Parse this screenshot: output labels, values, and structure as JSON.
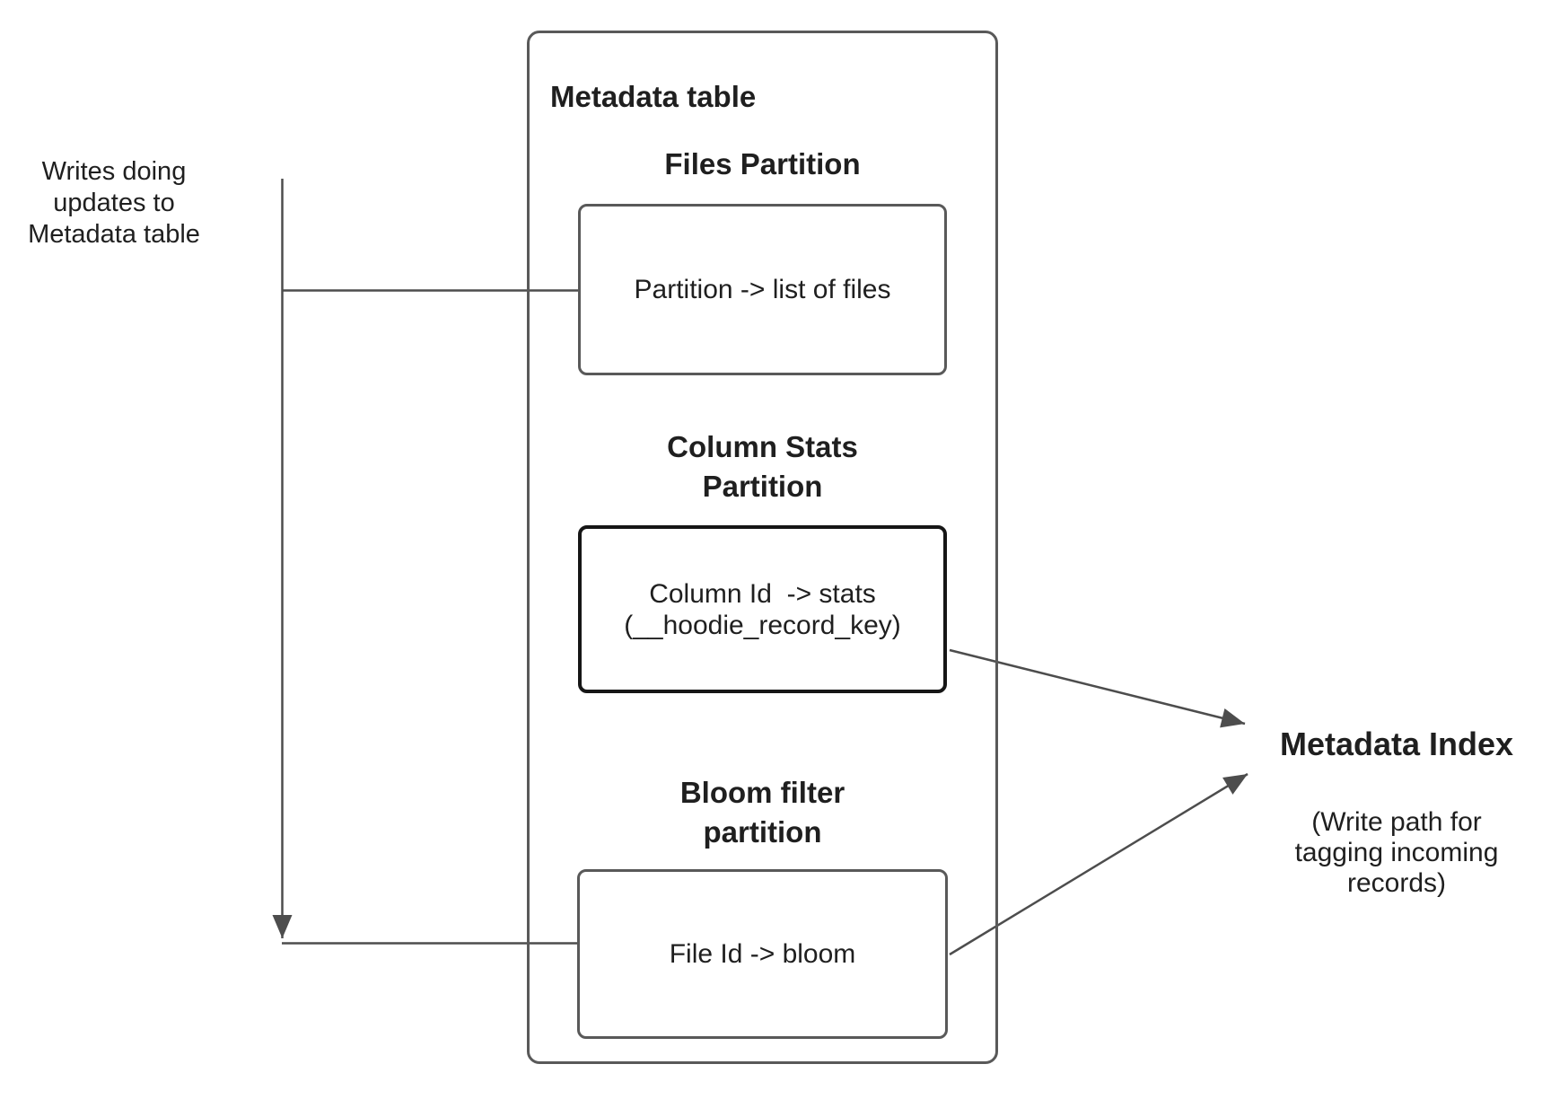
{
  "colors": {
    "background": "#ffffff",
    "text": "#1f1f1f",
    "box_border_gray": "#595959",
    "box_border_dark": "#161616",
    "arrow": "#4d4d4d"
  },
  "left_annotation": {
    "text": "Writes doing\nupdates to\nMetadata table"
  },
  "metadata_table": {
    "title": "Metadata table",
    "sections": [
      {
        "heading": "Files Partition",
        "box_text": "Partition -> list of files"
      },
      {
        "heading": "Column Stats\nPartition",
        "box_text": "Column Id  -> stats\n(__hoodie_record_key)"
      },
      {
        "heading": "Bloom filter\npartition",
        "box_text": "File Id -> bloom"
      }
    ]
  },
  "metadata_index": {
    "title": "Metadata Index",
    "subtitle": "(Write path for\ntagging incoming\nrecords)"
  }
}
